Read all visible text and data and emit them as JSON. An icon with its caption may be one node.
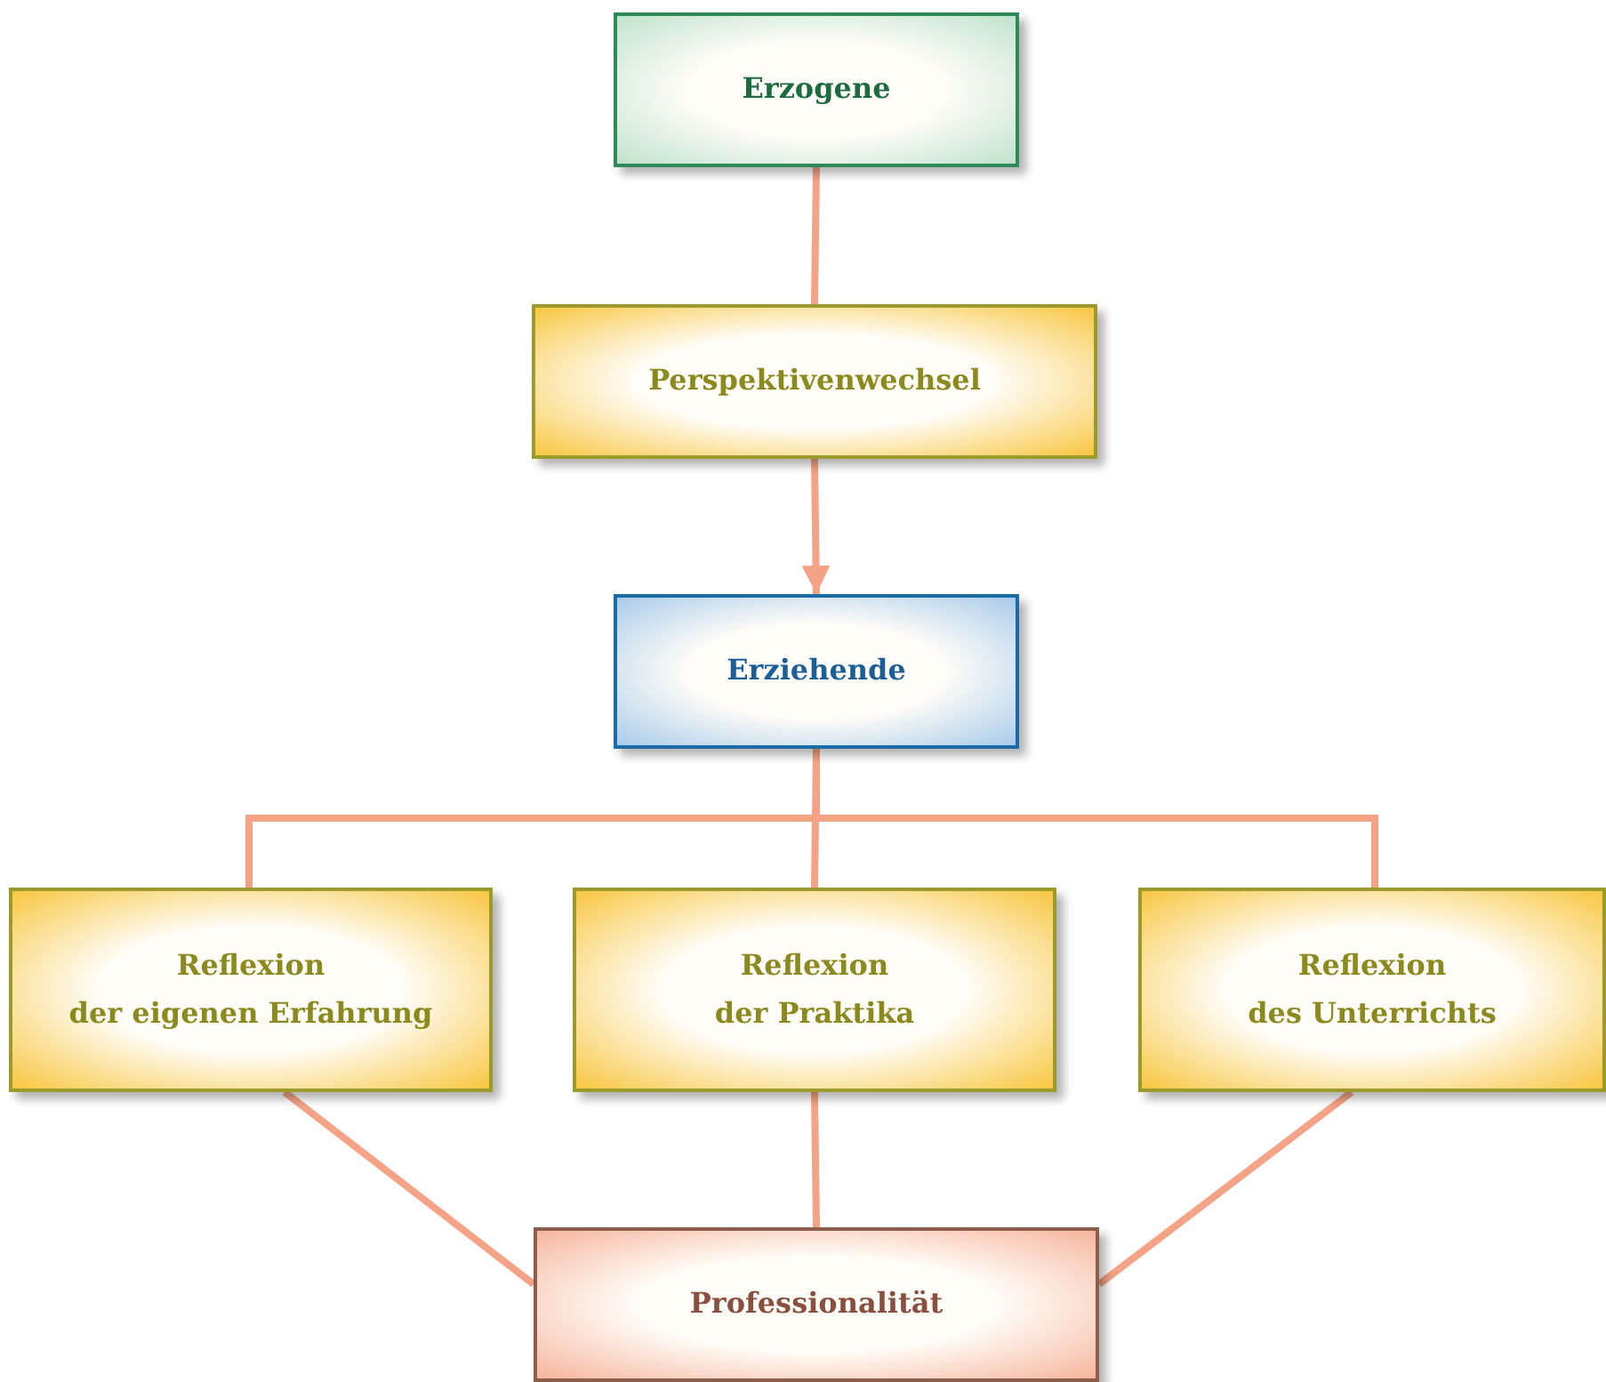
{
  "diagram": {
    "nodes": [
      {
        "text": [
          "Erzogene"
        ]
      },
      {
        "text": [
          "Perspektivenwechsel"
        ]
      },
      {
        "text": [
          "Erziehende"
        ]
      },
      {
        "text": [
          "Reflexion der eigenen Erfahrung"
        ]
      },
      {
        "text": [
          "Reflexion der Praktika"
        ]
      },
      {
        "text": [
          "Reflexion des Unterrichts"
        ]
      },
      {
        "text": [
          "Professionalität"
        ]
      }
    ],
    "edges": [
      {
        "from": 0,
        "to": 1,
        "arrow": "none"
      },
      {
        "from": 1,
        "to": 2,
        "arrow": "to"
      },
      {
        "from": 2,
        "to": 3,
        "arrow": "none"
      },
      {
        "from": 2,
        "to": 4,
        "arrow": "none"
      },
      {
        "from": 2,
        "to": 5,
        "arrow": "none"
      },
      {
        "from": 3,
        "to": 6,
        "arrow": "none"
      },
      {
        "from": 4,
        "to": 6,
        "arrow": "none"
      },
      {
        "from": 5,
        "to": 6,
        "arrow": "none"
      }
    ]
  }
}
